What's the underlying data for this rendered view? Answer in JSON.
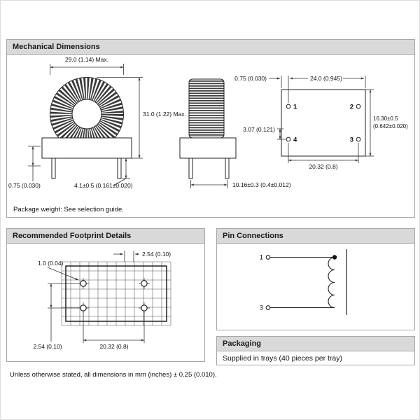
{
  "mechanical": {
    "title": "Mechanical Dimensions",
    "note": "Package weight: See selection guide.",
    "front": {
      "width": "29.0 (1.14) Max.",
      "height": "31.0 (1.22) Max.",
      "lead_dia": "0.75 (0.030)",
      "lead_length": "4.1±0.5 (0.161±0.020)"
    },
    "side": {
      "lead_span": "10.16±0.3 (0.4±0.012)"
    },
    "bottom": {
      "pin_offset": "0.75 (0.030)",
      "width": "24.0 (0.945)",
      "row_offset": "3.07 (0.121)",
      "height_line1": "16.30±0.5",
      "height_line2": "(0.642±0.020)",
      "pitch": "20.32 (0.8)",
      "pins": {
        "p1": "1",
        "p2": "2",
        "p3": "3",
        "p4": "4"
      }
    }
  },
  "footprint": {
    "title": "Recommended Footprint Details",
    "grid_pitch": "2.54 (0.10)",
    "pad_dia": "1.0 (0.04)",
    "row_pitch": "2.54 (0.10)",
    "col_pitch": "20.32 (0.8)"
  },
  "pin_connections": {
    "title": "Pin Connections",
    "pin1": "1",
    "pin3": "3"
  },
  "packaging": {
    "title": "Packaging",
    "text": "Supplied in trays (40 pieces per tray)"
  },
  "footer": "Unless otherwise stated, all dimensions in mm (inches) ± 0.25 (0.010)."
}
